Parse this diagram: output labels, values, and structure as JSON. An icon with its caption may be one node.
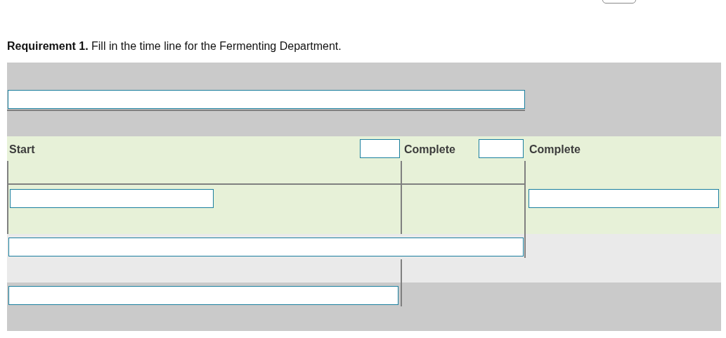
{
  "diagram": {
    "title": "**Requirement 1.** Fill in the time line for the Fermenting Department.",
    "labels": [
      "Start",
      "Complete",
      "Complete"
    ]
  }
}
